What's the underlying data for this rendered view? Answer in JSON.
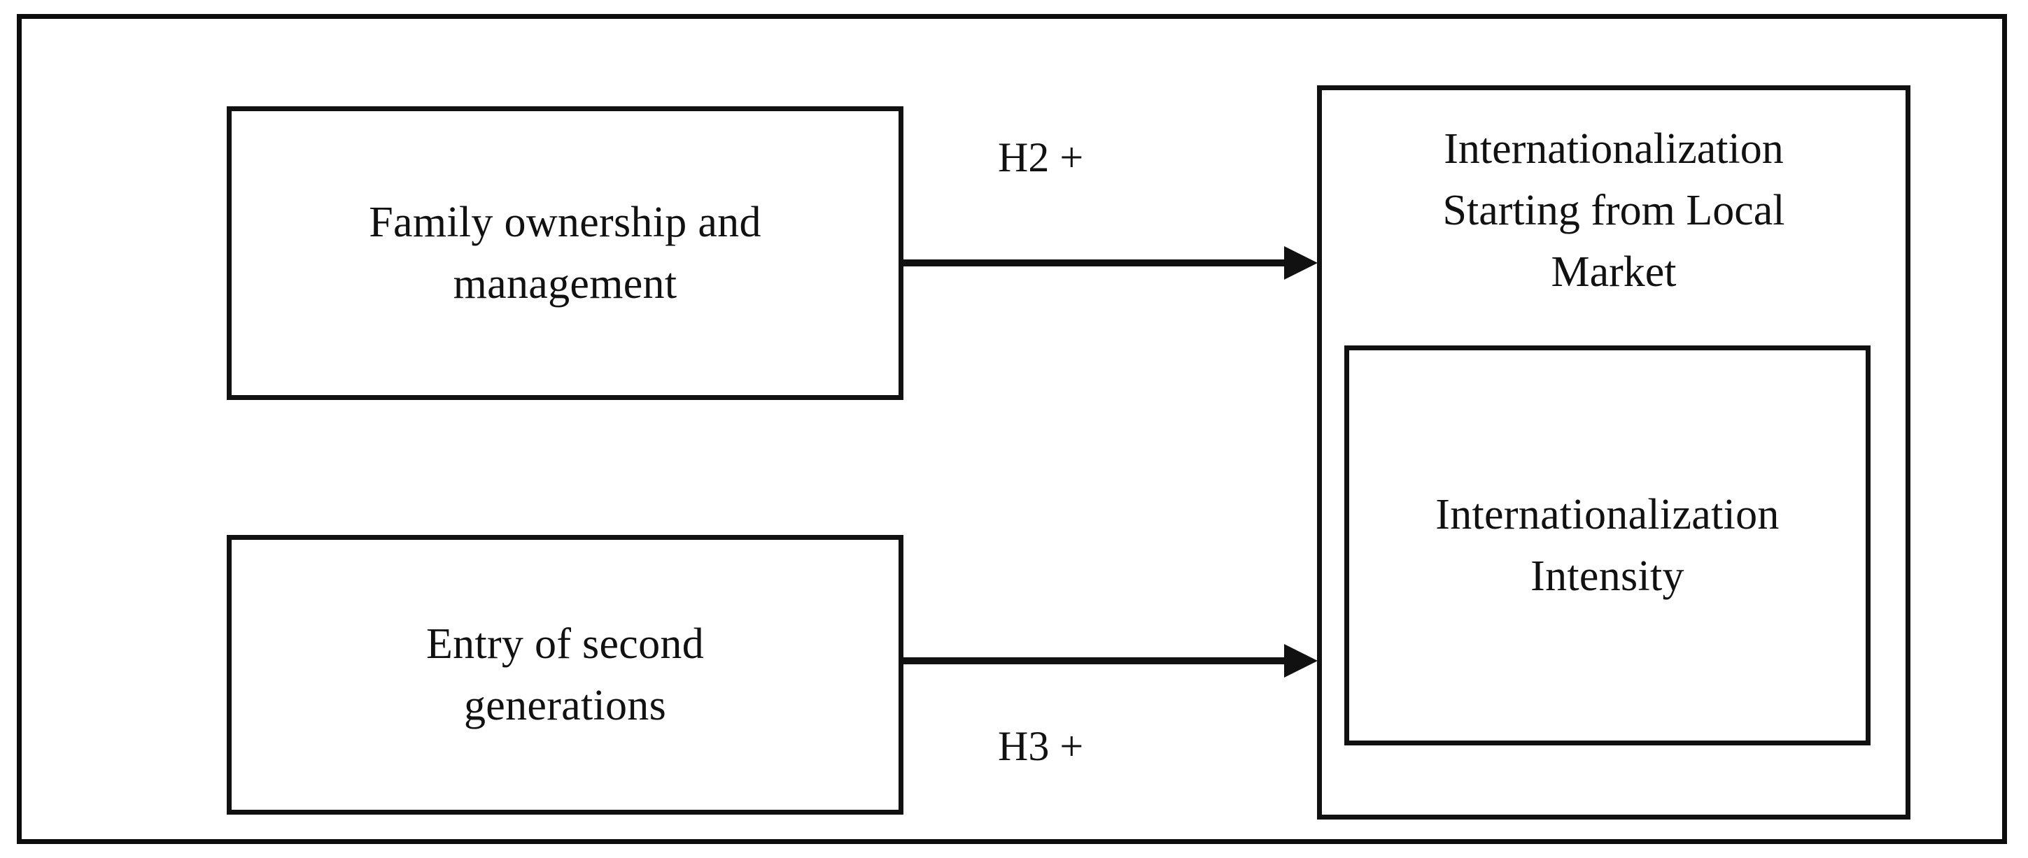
{
  "figure": {
    "type": "conceptual-model-diagram",
    "frame": {
      "visible": true,
      "color": "#111111"
    },
    "nodes": [
      {
        "id": "family-ownership",
        "label": "Family ownership and\nmanagement",
        "role": "independent-variable"
      },
      {
        "id": "second-generations",
        "label": "Entry of second\ngenerations",
        "role": "independent-variable"
      },
      {
        "id": "internationalization-local-market",
        "label": "Internationalization\nStarting from Local\nMarket",
        "role": "dependent-variable-container"
      },
      {
        "id": "internationalization-intensity",
        "label": "Internationalization\nIntensity",
        "role": "dependent-variable-nested"
      }
    ],
    "edges": [
      {
        "id": "h2",
        "label": "H2 +",
        "from": "family-ownership",
        "to": "internationalization-local-market",
        "sign": "positive"
      },
      {
        "id": "h3",
        "label": "H3 +",
        "from": "second-generations",
        "to": "internationalization-local-market",
        "sign": "positive"
      }
    ],
    "colors": {
      "line": "#111111",
      "background": "#ffffff",
      "text": "#111111"
    }
  }
}
